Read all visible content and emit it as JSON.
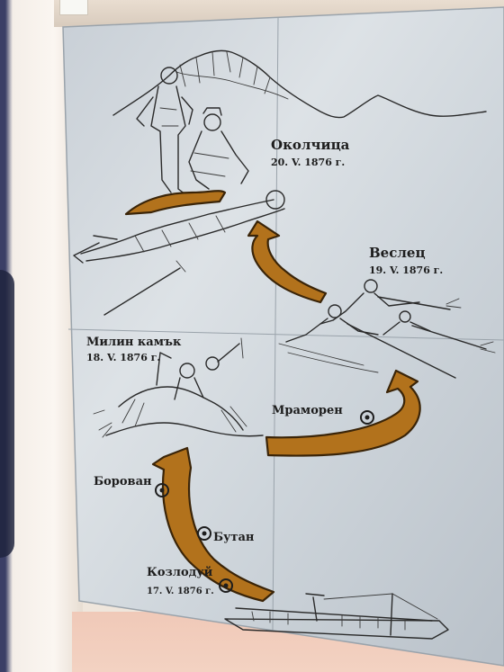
{
  "places": {
    "okolchitsa": {
      "name": "Околчица",
      "date": "20. V. 1876 г."
    },
    "vesletz": {
      "name": "Веслец",
      "date": "19. V. 1876 г."
    },
    "milin_kamak": {
      "name": "Милин камък",
      "date": "18. V. 1876 г."
    },
    "mramoren": {
      "name": "Мраморен"
    },
    "borovan": {
      "name": "Борован"
    },
    "butan": {
      "name": "Бутан"
    },
    "kozloduy": {
      "name": "Козлодуй",
      "date": "17. V. 1876 г."
    }
  },
  "colors": {
    "arrow": "#b2721c",
    "arrow_outline": "#3a2408",
    "panel": "#cfd6dc",
    "ink": "#1d1d1d"
  }
}
